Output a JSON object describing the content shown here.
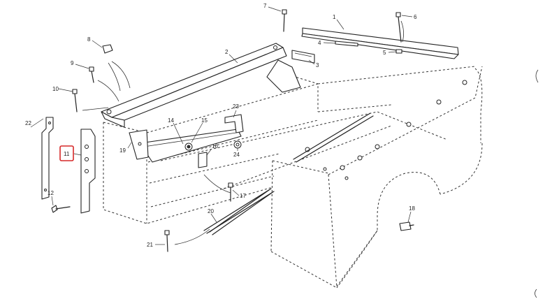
{
  "callouts": [
    {
      "id": "c1",
      "label": "1"
    },
    {
      "id": "c2",
      "label": "2"
    },
    {
      "id": "c3",
      "label": "3"
    },
    {
      "id": "c4",
      "label": "4"
    },
    {
      "id": "c5",
      "label": "5"
    },
    {
      "id": "c6",
      "label": "6"
    },
    {
      "id": "c7",
      "label": "7"
    },
    {
      "id": "c8",
      "label": "8"
    },
    {
      "id": "c9",
      "label": "9"
    },
    {
      "id": "c10",
      "label": "10"
    },
    {
      "id": "c11",
      "label": "11",
      "highlighted": true
    },
    {
      "id": "c12",
      "label": "12"
    },
    {
      "id": "c14",
      "label": "14"
    },
    {
      "id": "c15",
      "label": "15"
    },
    {
      "id": "c16",
      "label": "16"
    },
    {
      "id": "c17",
      "label": "17"
    },
    {
      "id": "c18",
      "label": "18"
    },
    {
      "id": "c19",
      "label": "19"
    },
    {
      "id": "c20",
      "label": "20"
    },
    {
      "id": "c21",
      "label": "21"
    },
    {
      "id": "c22",
      "label": "22"
    },
    {
      "id": "c23",
      "label": "23"
    },
    {
      "id": "c24",
      "label": "24"
    }
  ],
  "highlight_color": "#d62828"
}
